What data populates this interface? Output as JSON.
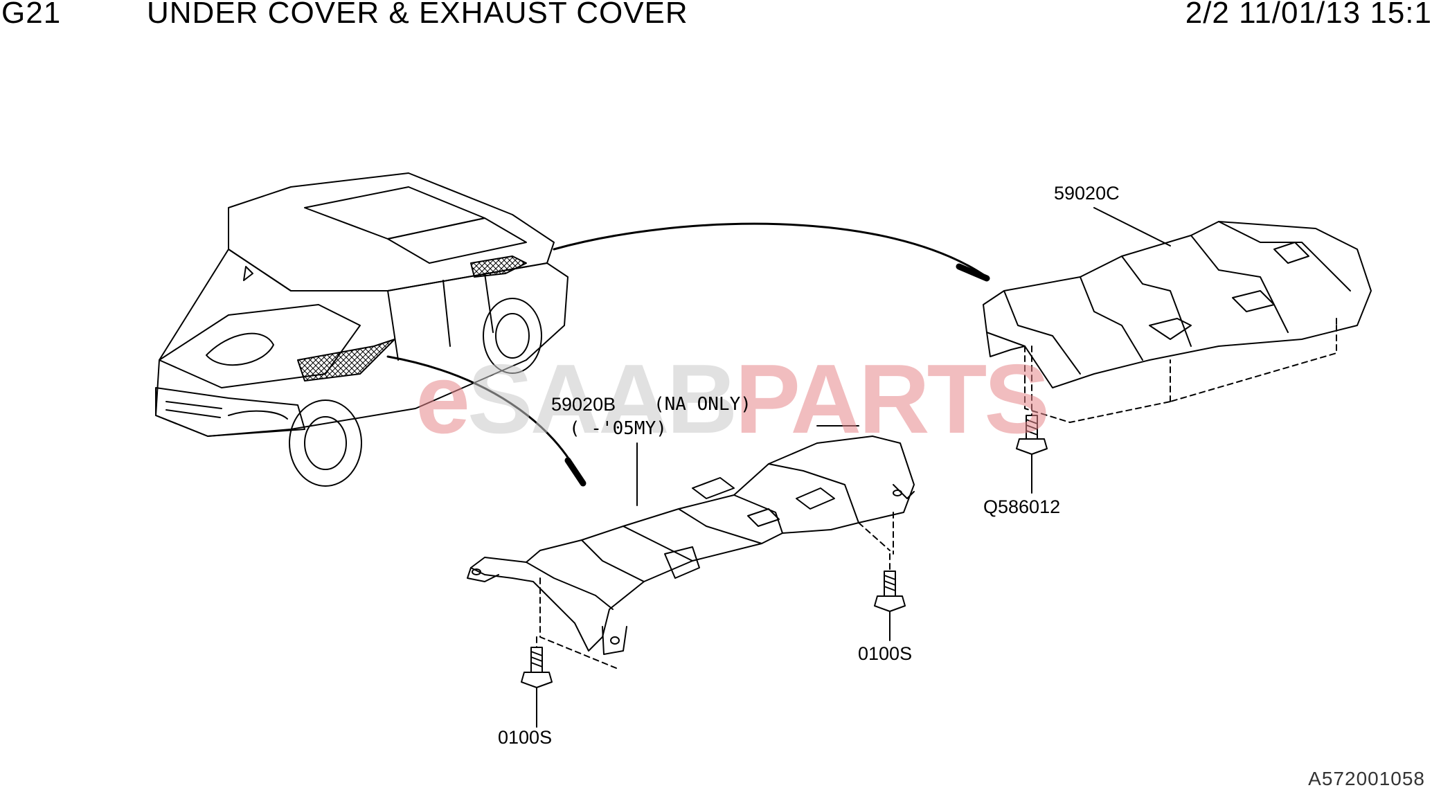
{
  "header": {
    "code": "G21",
    "title": "UNDER COVER & EXHAUST COVER",
    "meta": "2/2 11/01/13 15:1"
  },
  "parts": {
    "cover_c": "59020C",
    "cover_b": "59020B",
    "cover_b_note1": "(NA ONLY)",
    "cover_b_note2": "(   -'05MY)",
    "bolt_right": "Q586012",
    "bolt_mid": "0100S",
    "bolt_left": "0100S"
  },
  "watermark": {
    "e": "e",
    "saab": "SAAB",
    "parts": "PARTS"
  },
  "reference": "A572001058"
}
